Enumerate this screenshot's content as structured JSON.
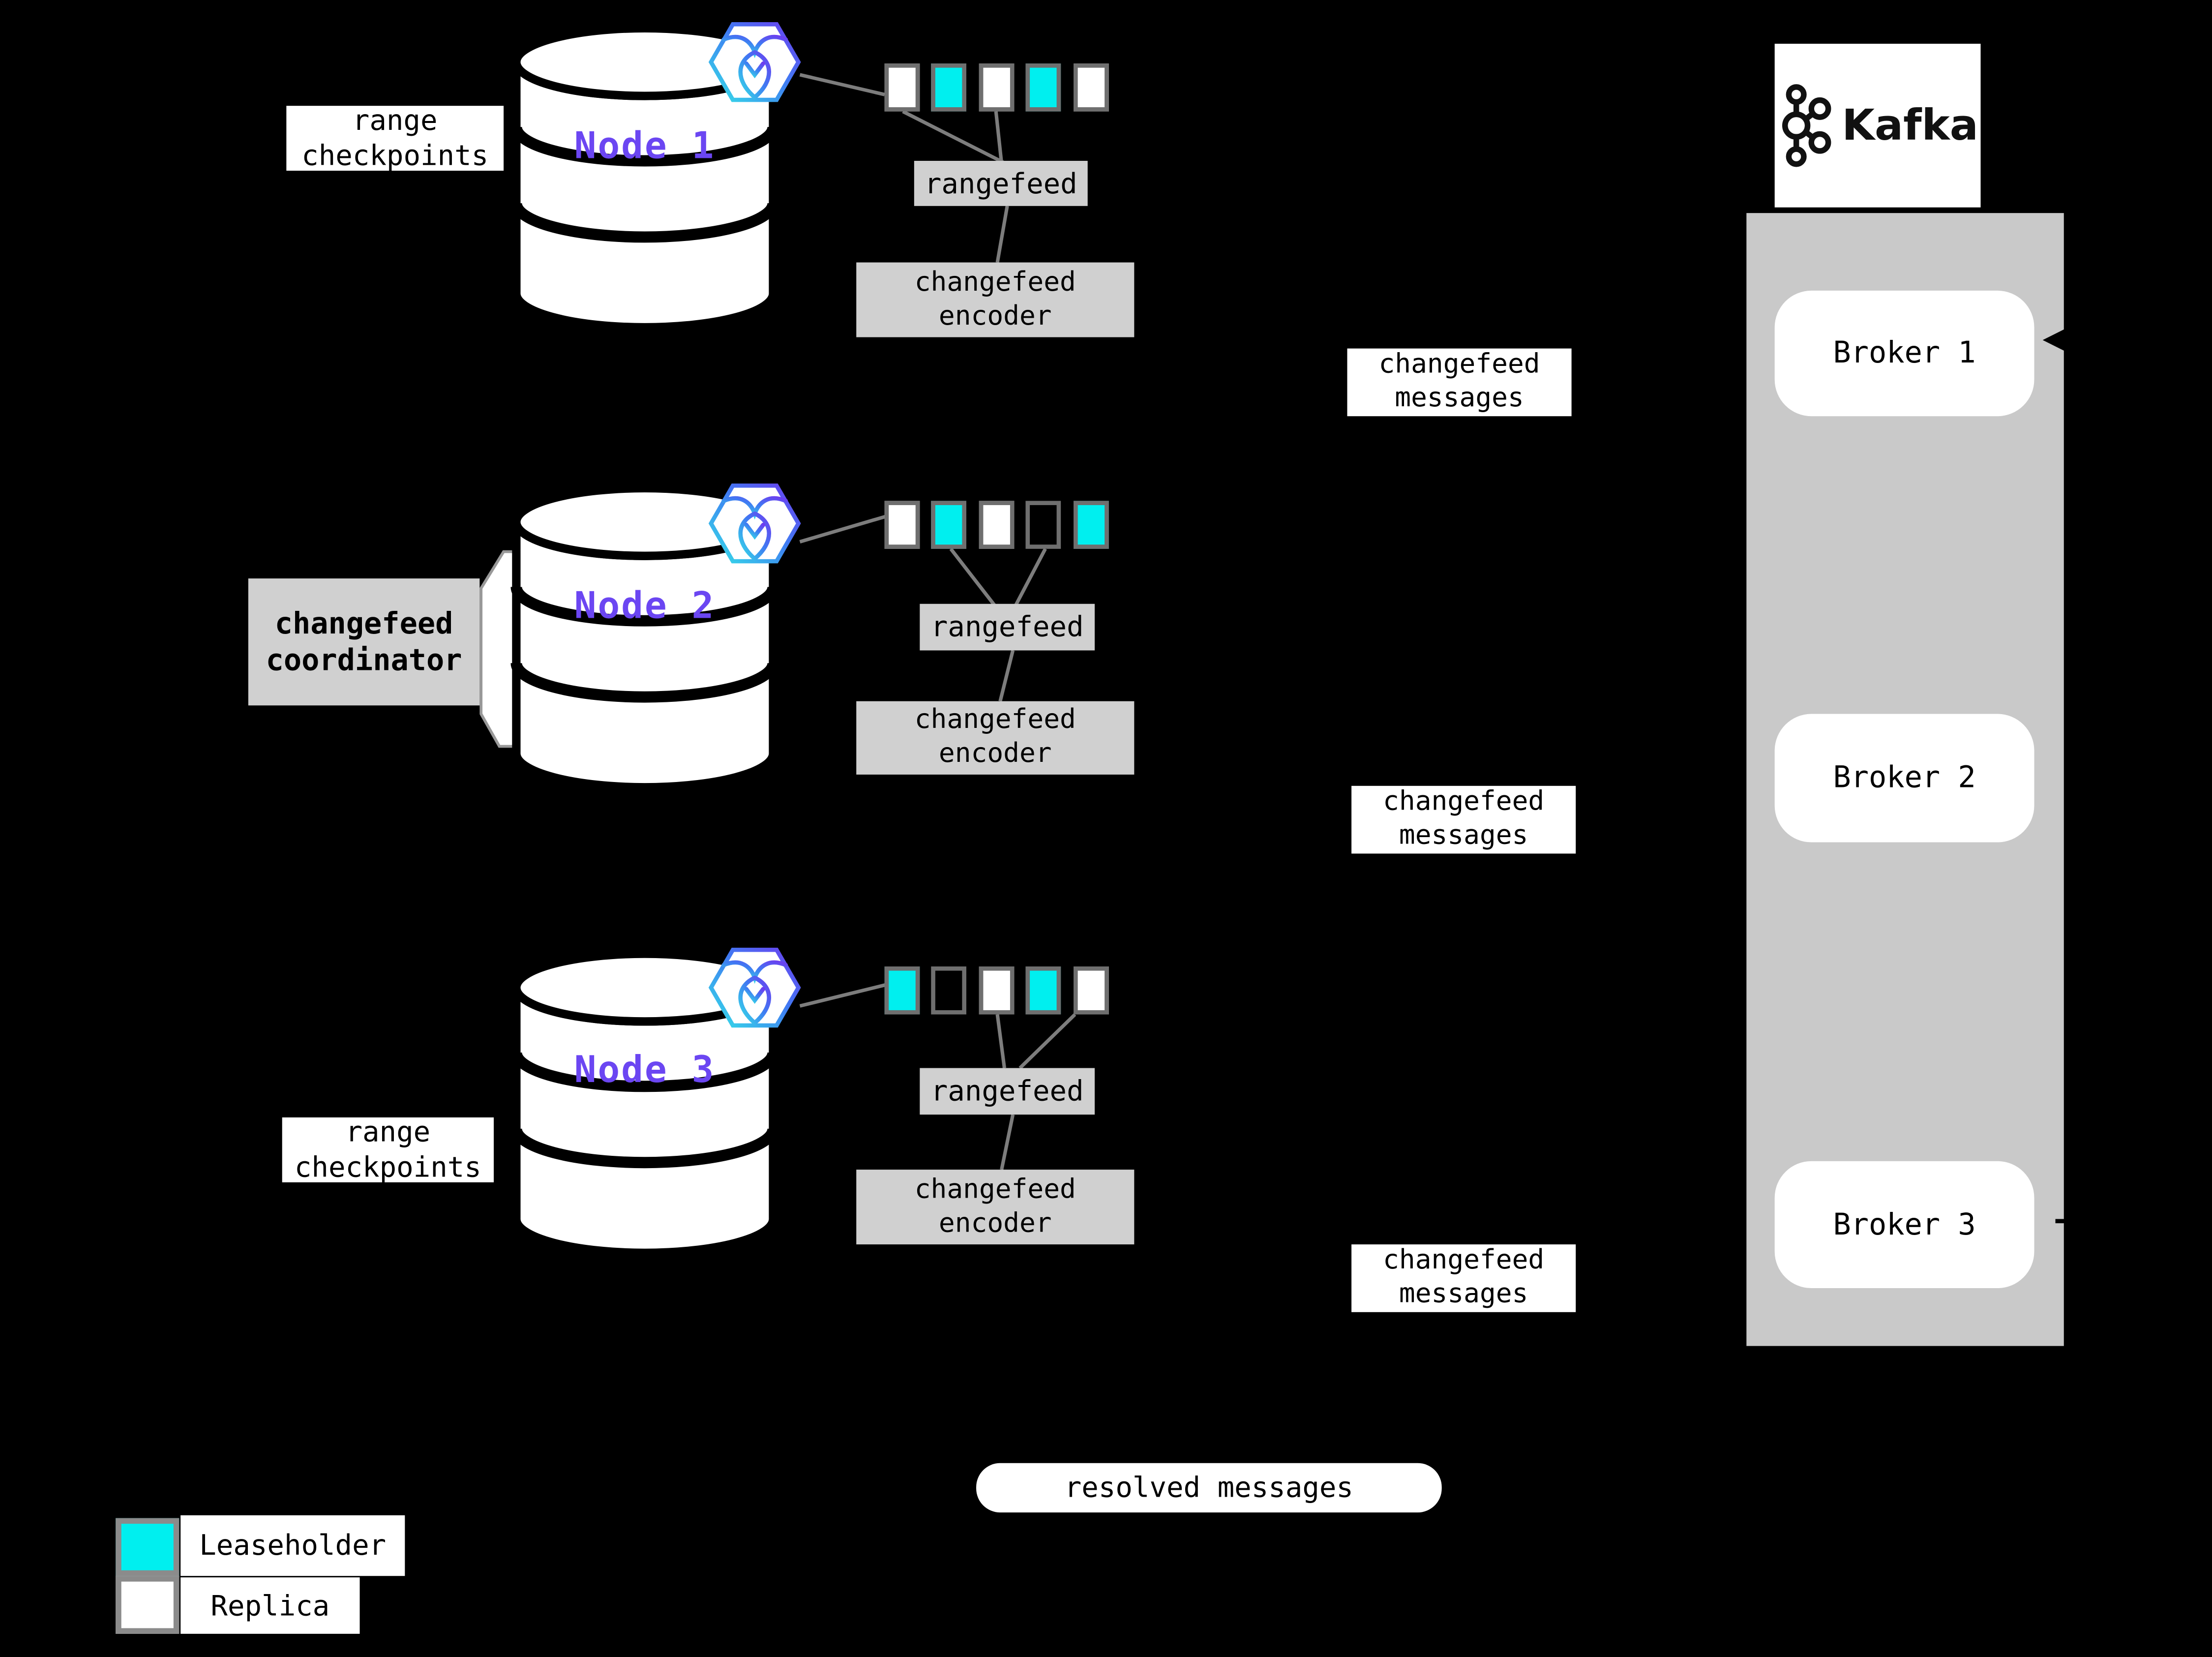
{
  "colors": {
    "background": "#000000",
    "leaseholder_cyan": "#00efef",
    "replica_white": "#ffffff",
    "node_label_purple": "#6b46f2",
    "box_gray": "#d0d0d0",
    "kafka_panel_gray": "#c9c9c9",
    "connector_line_gray": "#7d7d7d"
  },
  "labels": {
    "range_checkpoints": "range\ncheckpoints",
    "rangefeed": "rangefeed",
    "changefeed_encoder": "changefeed\nencoder",
    "changefeed_messages": "changefeed\nmessages",
    "changefeed_coordinator": "changefeed\ncoordinator",
    "resolved_messages": "resolved messages"
  },
  "nodes": [
    {
      "label": "Node 1",
      "ranges": [
        "replica",
        "leaseholder",
        "replica",
        "leaseholder",
        "replica"
      ]
    },
    {
      "label": "Node 2",
      "ranges": [
        "replica",
        "leaseholder",
        "replica",
        "empty",
        "leaseholder"
      ]
    },
    {
      "label": "Node 3",
      "ranges": [
        "leaseholder",
        "empty",
        "replica",
        "leaseholder",
        "replica"
      ]
    }
  ],
  "kafka": {
    "title": "Kafka",
    "brokers": [
      {
        "label": "Broker 1"
      },
      {
        "label": "Broker 2"
      },
      {
        "label": "Broker 3"
      }
    ]
  },
  "legend": {
    "items": [
      {
        "type": "leaseholder",
        "label": "Leaseholder"
      },
      {
        "type": "replica",
        "label": "Replica"
      }
    ]
  }
}
